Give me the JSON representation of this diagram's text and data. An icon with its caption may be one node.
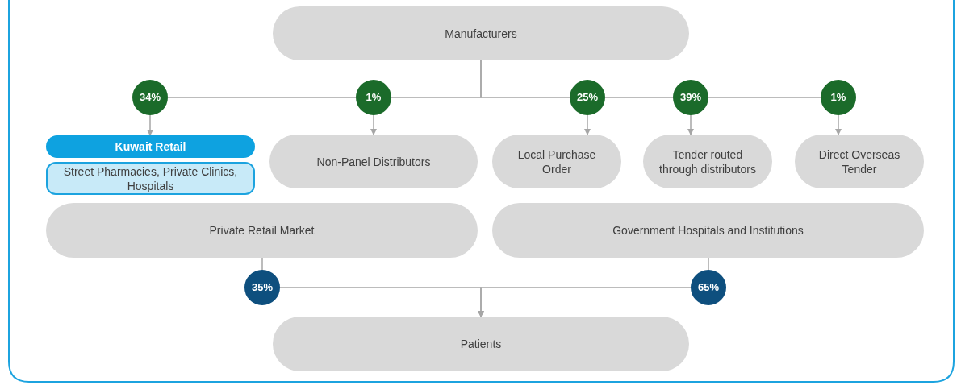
{
  "diagram": {
    "nodes": [
      {
        "text": [
          "Manufacturers"
        ]
      },
      {
        "text": [
          "34%"
        ]
      },
      {
        "text": [
          "1%"
        ]
      },
      {
        "text": [
          "25%"
        ]
      },
      {
        "text": [
          "39%"
        ]
      },
      {
        "text": [
          "1%"
        ]
      },
      {
        "text": [
          "Kuwait Retail"
        ]
      },
      {
        "text": [
          "Street Pharmacies, Private Clinics, Hospitals"
        ]
      },
      {
        "text": [
          "Non-Panel Distributors"
        ]
      },
      {
        "text": [
          "Local Purchase Order"
        ]
      },
      {
        "text": [
          "Tender routed through distributors"
        ]
      },
      {
        "text": [
          "Direct Overseas Tender"
        ]
      },
      {
        "text": [
          "Private Retail Market"
        ]
      },
      {
        "text": [
          "Government Hospitals and Institutions"
        ]
      },
      {
        "text": [
          "35%"
        ]
      },
      {
        "text": [
          "65%"
        ]
      },
      {
        "text": [
          "Patients"
        ]
      }
    ],
    "edges": [
      {
        "from": 0,
        "to": 2,
        "arrow": "none"
      },
      {
        "from": 2,
        "to": 1,
        "arrow": "none"
      },
      {
        "from": 0,
        "to": 3,
        "arrow": "none"
      },
      {
        "from": 3,
        "to": 4,
        "arrow": "none"
      },
      {
        "from": 4,
        "to": 5,
        "arrow": "none"
      },
      {
        "from": 1,
        "to": 6,
        "arrow": "to"
      },
      {
        "from": 2,
        "to": 8,
        "arrow": "to"
      },
      {
        "from": 3,
        "to": 9,
        "arrow": "to"
      },
      {
        "from": 4,
        "to": 10,
        "arrow": "to"
      },
      {
        "from": 5,
        "to": 11,
        "arrow": "to"
      },
      {
        "from": 12,
        "to": 14,
        "arrow": "none"
      },
      {
        "from": 13,
        "to": 15,
        "arrow": "none"
      },
      {
        "from": 14,
        "to": 16,
        "arrow": "to"
      },
      {
        "from": 15,
        "to": 16,
        "arrow": "to"
      }
    ]
  }
}
